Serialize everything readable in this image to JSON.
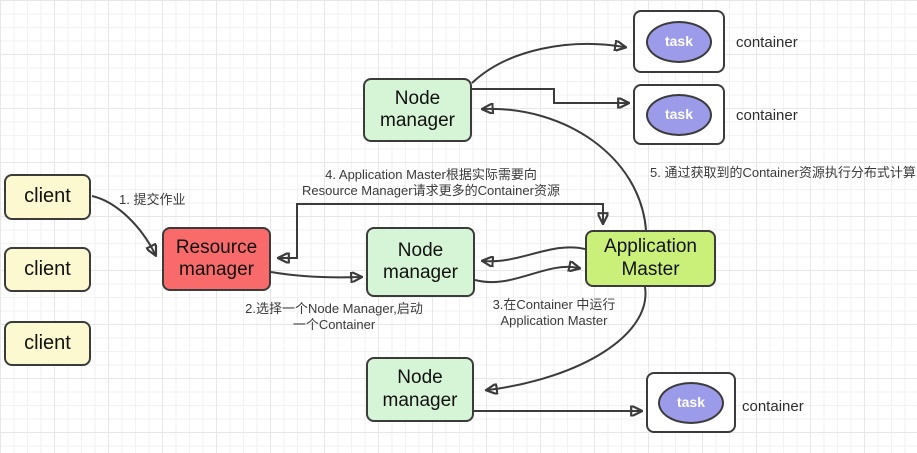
{
  "colors": {
    "client_fill": "#FCF8CF",
    "rm_fill": "#F96B6B",
    "nm_fill": "#D6F5D6",
    "am_fill": "#CBF07A",
    "task_fill": "#9B9BE9",
    "container_fill": "#FFFFFF",
    "border": "#3B3B3B",
    "edge": "#3B3B3B",
    "annotation_text": "#3A3A3A",
    "grid_minor": "#F2F2F2",
    "grid_major": "#E7E7E7"
  },
  "nodes": {
    "clients": [
      "client",
      "client",
      "client"
    ],
    "resource_manager": "Resource manager",
    "node_manager_top": "Node manager",
    "node_manager_middle": "Node manager",
    "node_manager_bottom": "Node manager",
    "application_master": "Application Master",
    "tasks": [
      "task",
      "task",
      "task"
    ],
    "container_labels": [
      "container",
      "container",
      "container"
    ]
  },
  "annotations": {
    "step1": "1. 提交作业",
    "step2": {
      "line1": "2.选择一个Node Manager,启动",
      "line2": "一个Container"
    },
    "step3": {
      "line1": "3.在Container 中运行",
      "line2": "Application Master"
    },
    "step4": {
      "line1": "4. Application Master根据实际需要向",
      "line2": "Resource Manager请求更多的Container资源"
    },
    "step5": "5. 通过获取到的Container资源执行分布式计算"
  }
}
